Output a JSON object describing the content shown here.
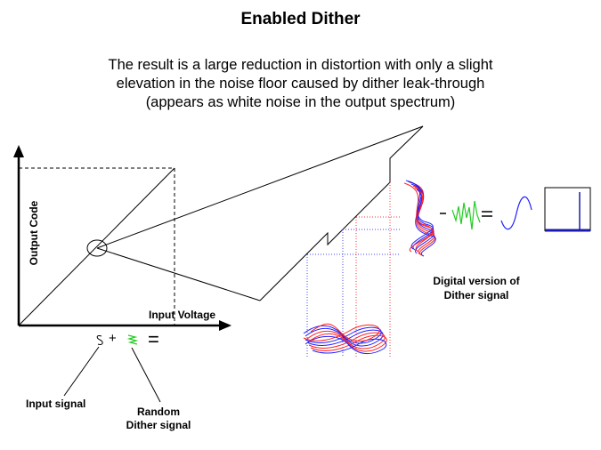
{
  "slide": {
    "title": "Enabled Dither",
    "subtitle_lines": [
      "The result is a large reduction in distortion with only a slight",
      "elevation in the noise floor caused by dither leak-through",
      "(appears as white noise in the output spectrum)"
    ]
  },
  "diagram": {
    "y_axis_label": "Output Code",
    "x_axis_label": "Input Voltage",
    "input_signal_label": "Input signal",
    "random_dither_label_lines": [
      "Random",
      "Dither signal"
    ],
    "digital_dither_label_lines": [
      "Digital version of",
      "Dither signal"
    ],
    "plus_sign": "+",
    "equals_sign": "=",
    "minus_sign": "-",
    "equals_sign_2": "="
  },
  "colors": {
    "signal_blue": "#2020ff",
    "signal_red": "#ff2020",
    "dither_green": "#22cc22",
    "spectrum_blue": "#1a1ab0",
    "guide_blue": "#4444ff",
    "guide_red": "#ff3333"
  }
}
